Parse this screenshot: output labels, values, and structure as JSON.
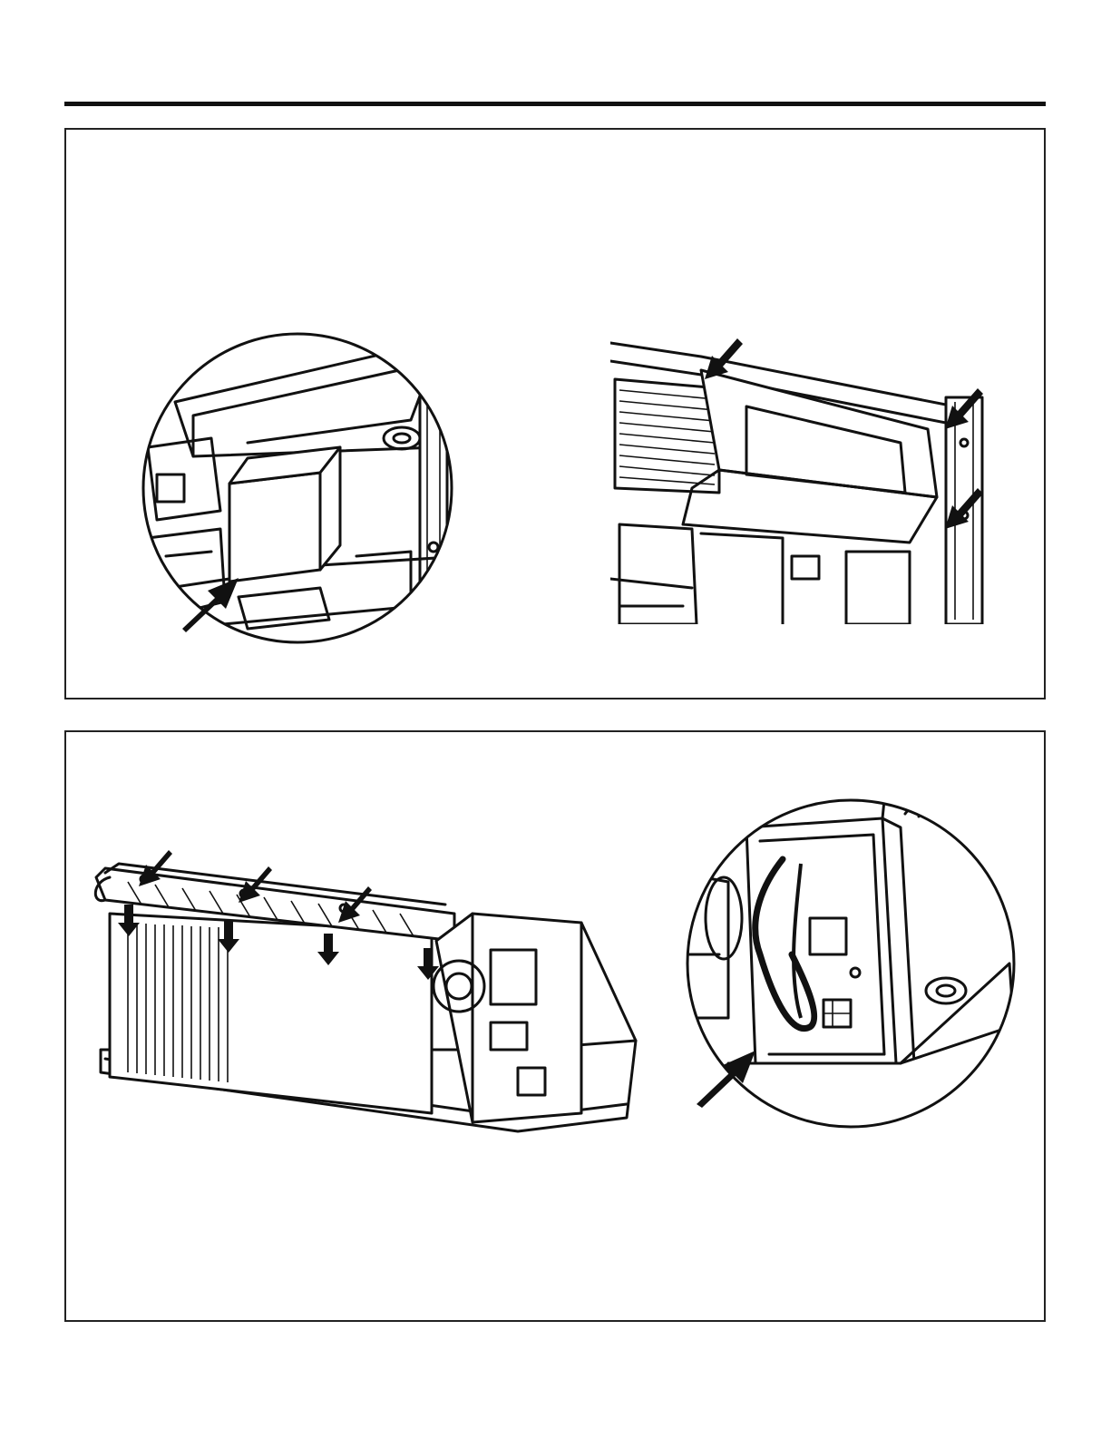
{
  "page": {
    "title": "",
    "colors": {
      "ink": "#111111",
      "paper": "#ffffff"
    }
  },
  "figures": [
    {
      "id": "top-left",
      "kind": "circular-detail",
      "arrows": 1
    },
    {
      "id": "top-right",
      "kind": "partial-view",
      "arrows": 3
    },
    {
      "id": "bottom-left",
      "kind": "unit-overview",
      "arrows": 7
    },
    {
      "id": "bottom-right",
      "kind": "circular-detail",
      "arrows": 1
    }
  ]
}
